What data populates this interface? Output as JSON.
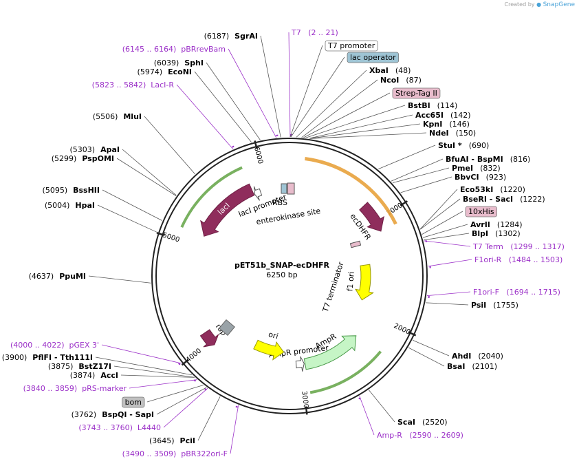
{
  "credit": {
    "prefix": "Created by",
    "brand": "SnapGene"
  },
  "plasmid": {
    "name": "pET51b_SNAP-ecDHFR",
    "size_label": "6250 bp",
    "length": 6250
  },
  "colors": {
    "site": "#000000",
    "primer": "#9b30c8",
    "feature_arrow": "#8f2d5c",
    "ori": "#ffff00",
    "ampr": "#c6f5c6",
    "orf_band": "#e8a23c",
    "green_band": "#6aa84f",
    "lac_operator": "#9ec4d4",
    "strep_tag": "#e8bccc",
    "bom": "#c0c0c0"
  },
  "ticks": [
    {
      "pos": 1000,
      "label": "1000"
    },
    {
      "pos": 2000,
      "label": "2000"
    },
    {
      "pos": 3000,
      "label": "3000"
    },
    {
      "pos": 4000,
      "label": "4000"
    },
    {
      "pos": 5000,
      "label": "5000"
    },
    {
      "pos": 6000,
      "label": "6000"
    }
  ],
  "features": [
    {
      "name": "lacI",
      "label": "lacI",
      "start": 5120,
      "end": 5840,
      "dir": -1,
      "kind": "gene"
    },
    {
      "name": "lacI-promoter",
      "label": "lacI promoter",
      "start": 5850,
      "end": 5920,
      "dir": -1,
      "kind": "promoter"
    },
    {
      "name": "ecDHFR",
      "label": "ecDHFR",
      "start": 810,
      "end": 1110,
      "dir": 1,
      "kind": "gene"
    },
    {
      "name": "f1-ori",
      "label": "f1 ori",
      "start": 1420,
      "end": 1880,
      "dir": 1,
      "kind": "ori"
    },
    {
      "name": "ampr",
      "label": "AmpR",
      "start": 2290,
      "end": 2950,
      "dir": -1,
      "kind": "ampr"
    },
    {
      "name": "ampr-promoter",
      "label": "AmpR promoter",
      "start": 2960,
      "end": 3050,
      "dir": -1,
      "kind": "promoter"
    },
    {
      "name": "ori",
      "label": "ori",
      "start": 3200,
      "end": 3580,
      "dir": -1,
      "kind": "ori"
    },
    {
      "name": "rop",
      "label": "rop",
      "start": 3950,
      "end": 4100,
      "dir": -1,
      "kind": "gene"
    }
  ],
  "inner_labels": [
    {
      "name": "rbs-label",
      "text": "RBS"
    },
    {
      "name": "enterokinase-label",
      "text": "enterokinase site"
    },
    {
      "name": "t7-terminator-label",
      "text": "T7 terminator"
    }
  ],
  "right_labels": [
    {
      "kind": "primer",
      "text": "T7   (2 .. 21)"
    },
    {
      "kind": "badge",
      "style": "plain",
      "text": "T7 promoter"
    },
    {
      "kind": "badge",
      "style": "lac",
      "text": "lac operator"
    },
    {
      "kind": "site",
      "name": "XbaI",
      "pos": "(48)"
    },
    {
      "kind": "site",
      "name": "NcoI",
      "pos": "(87)"
    },
    {
      "kind": "badge",
      "style": "strep",
      "text": "Strep-Tag II"
    },
    {
      "kind": "site",
      "name": "BstBI",
      "pos": "(114)"
    },
    {
      "kind": "site",
      "name": "Acc65I",
      "pos": "(142)"
    },
    {
      "kind": "site",
      "name": "KpnI",
      "pos": "(146)"
    },
    {
      "kind": "site",
      "name": "NdeI",
      "pos": "(150)"
    },
    {
      "kind": "site",
      "name": "StuI *",
      "pos": "(690)"
    },
    {
      "kind": "site",
      "name": "BfuAI  - BspMI",
      "pos": "(816)"
    },
    {
      "kind": "site",
      "name": "PmeI",
      "pos": "(832)"
    },
    {
      "kind": "site",
      "name": "BbvCI",
      "pos": "(923)"
    },
    {
      "kind": "site",
      "name": "Eco53kI",
      "pos": "(1220)"
    },
    {
      "kind": "site",
      "name": "BseRI  - SacI",
      "pos": "(1222)"
    },
    {
      "kind": "badge",
      "style": "strep",
      "text": "10xHis"
    },
    {
      "kind": "site",
      "name": "AvrII",
      "pos": "(1284)"
    },
    {
      "kind": "site",
      "name": "BlpI",
      "pos": "(1302)"
    },
    {
      "kind": "primer",
      "text": "T7 Term   (1299 .. 1317)"
    },
    {
      "kind": "primer",
      "text": "F1ori-R   (1484 .. 1503)"
    },
    {
      "kind": "primer",
      "text": "F1ori-F   (1694 .. 1715)"
    },
    {
      "kind": "site",
      "name": "PsiI",
      "pos": "(1755)"
    },
    {
      "kind": "site",
      "name": "AhdI",
      "pos": "(2040)"
    },
    {
      "kind": "site",
      "name": "BsaI",
      "pos": "(2101)"
    },
    {
      "kind": "site",
      "name": "ScaI",
      "pos": "(2520)"
    },
    {
      "kind": "primer",
      "text": "Amp-R   (2590 .. 2609)"
    }
  ],
  "left_labels": [
    {
      "kind": "site",
      "pos": "(6187)",
      "name": "SgrAI"
    },
    {
      "kind": "primer",
      "text": "(6145 .. 6164)  pBRrevBam"
    },
    {
      "kind": "site",
      "pos": "(6039)",
      "name": "SphI"
    },
    {
      "kind": "site",
      "pos": "(5974)",
      "name": "EcoNI"
    },
    {
      "kind": "primer",
      "text": "(5823 .. 5842)  LacI-R"
    },
    {
      "kind": "site",
      "pos": "(5506)",
      "name": "MluI"
    },
    {
      "kind": "site",
      "pos": "(5303)",
      "name": "ApaI"
    },
    {
      "kind": "site",
      "pos": "(5299)",
      "name": "PspOMI"
    },
    {
      "kind": "site",
      "pos": "(5095)",
      "name": "BssHII"
    },
    {
      "kind": "site",
      "pos": "(5004)",
      "name": "HpaI"
    },
    {
      "kind": "site",
      "pos": "(4637)",
      "name": "PpuMI"
    },
    {
      "kind": "primer",
      "text": "(4000 .. 4022)  pGEX 3'"
    },
    {
      "kind": "site",
      "pos": "(3900)",
      "name": "PflFI  - Tth111I"
    },
    {
      "kind": "site",
      "pos": "(3875)",
      "name": "BstZ17I"
    },
    {
      "kind": "site",
      "pos": "(3874)",
      "name": "AccI"
    },
    {
      "kind": "primer",
      "text": "(3840 .. 3859)  pRS-marker"
    },
    {
      "kind": "badge",
      "style": "bom",
      "text": "bom"
    },
    {
      "kind": "site",
      "pos": "(3762)",
      "name": "BspQI  - SapI"
    },
    {
      "kind": "primer",
      "text": "(3743 .. 3760)  L4440"
    },
    {
      "kind": "site",
      "pos": "(3645)",
      "name": "PciI"
    },
    {
      "kind": "primer",
      "text": "(3490 .. 3509)  pBR322ori-F"
    }
  ]
}
